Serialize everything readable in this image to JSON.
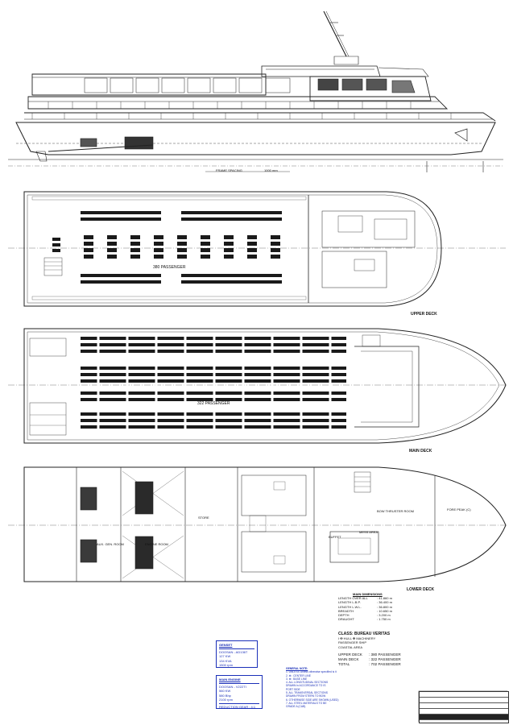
{
  "decks": {
    "upper": {
      "label": "UPPER DECK",
      "passenger_label": "380 PASSENGER"
    },
    "main": {
      "label": "MAIN DECK",
      "passenger_label": "322 PASSENGER"
    },
    "lower": {
      "label": "LOWER DECK"
    }
  },
  "profile": {
    "frame_spacing": "FRAME SPACING",
    "spacing_value": "1000 mm"
  },
  "lower_rooms": {
    "aux_gen_room": "AUX. GEN. ROOM",
    "engine_room": "ENGINE ROOM",
    "store": "STORE",
    "buffet": "BUFFET",
    "mess_area": "MESS AREA",
    "bow_thruster_room": "BOW THRUSTER ROOM",
    "fore_peak": "FORE PEAK (C)"
  },
  "main_dimension": {
    "heading": "MAIN DIMENSIONS",
    "rows": [
      {
        "k": "LENGTH OVER ALL",
        "v": ": 41.860 m"
      },
      {
        "k": "LENGTH L.B.P.",
        "v": ": 36.400 m"
      },
      {
        "k": "LENGTH L.W.L.",
        "v": ": 36.800 m"
      },
      {
        "k": "BREADTH",
        "v": ": 10.650 m"
      },
      {
        "k": "DEPTH",
        "v": ": 3.200 m"
      },
      {
        "k": "DRAUGHT",
        "v": ": 1.750 m"
      }
    ]
  },
  "class_info": {
    "heading": "CLASS: BUREAU VERITAS",
    "lines": [
      "I ✠ HULL ✠ MACHINERY",
      "PASSENGER SHIP",
      "COASTAL AREA"
    ]
  },
  "capacity": [
    {
      "k": "UPPER DECK",
      "v": ": 380 PASSENGER"
    },
    {
      "k": "MAIN DECK",
      "v": ": 322 PASSENGER"
    },
    {
      "k": "TOTAL",
      "v": ": 702 PASSENGER"
    }
  ],
  "genset": {
    "title": "GENSET",
    "lines": [
      "DOOSAN - AD136T",
      "127  KW",
      "134  KVA",
      "1500 rpm"
    ]
  },
  "main_engine": {
    "title": "MAIN ENGINE",
    "lines": [
      "DOOSAN - V222TI",
      "560  KW",
      "580  Bhp",
      "2100 rpm"
    ],
    "reduction": "REDUCTION GEAR : 4:1"
  },
  "general_note": {
    "title": "GENERAL NOTE:",
    "lines": [
      "1. UNLESS Unless otherwise specified is it",
      "2. ⊕ : CENTER LINE",
      "3. ⊕ : BASE LINE",
      "4. ALL LONGITUDINAL SECTIONS",
      "   DRAWN in ACCORDANCE TO IS",
      "   PORT SIDE",
      "5. ALL TRANSVERSAL SECTIONS",
      "   DRAWN FROM STERN TO BOW",
      "6. OTHERWISE SIDE ARE SHOWN (USED)",
      "7. ALL STEEL MATERIALS TO BE",
      "   GRADE A (CAB)"
    ]
  },
  "colors": {
    "accent_blue": "#1a2fb8",
    "line": "#222222"
  }
}
